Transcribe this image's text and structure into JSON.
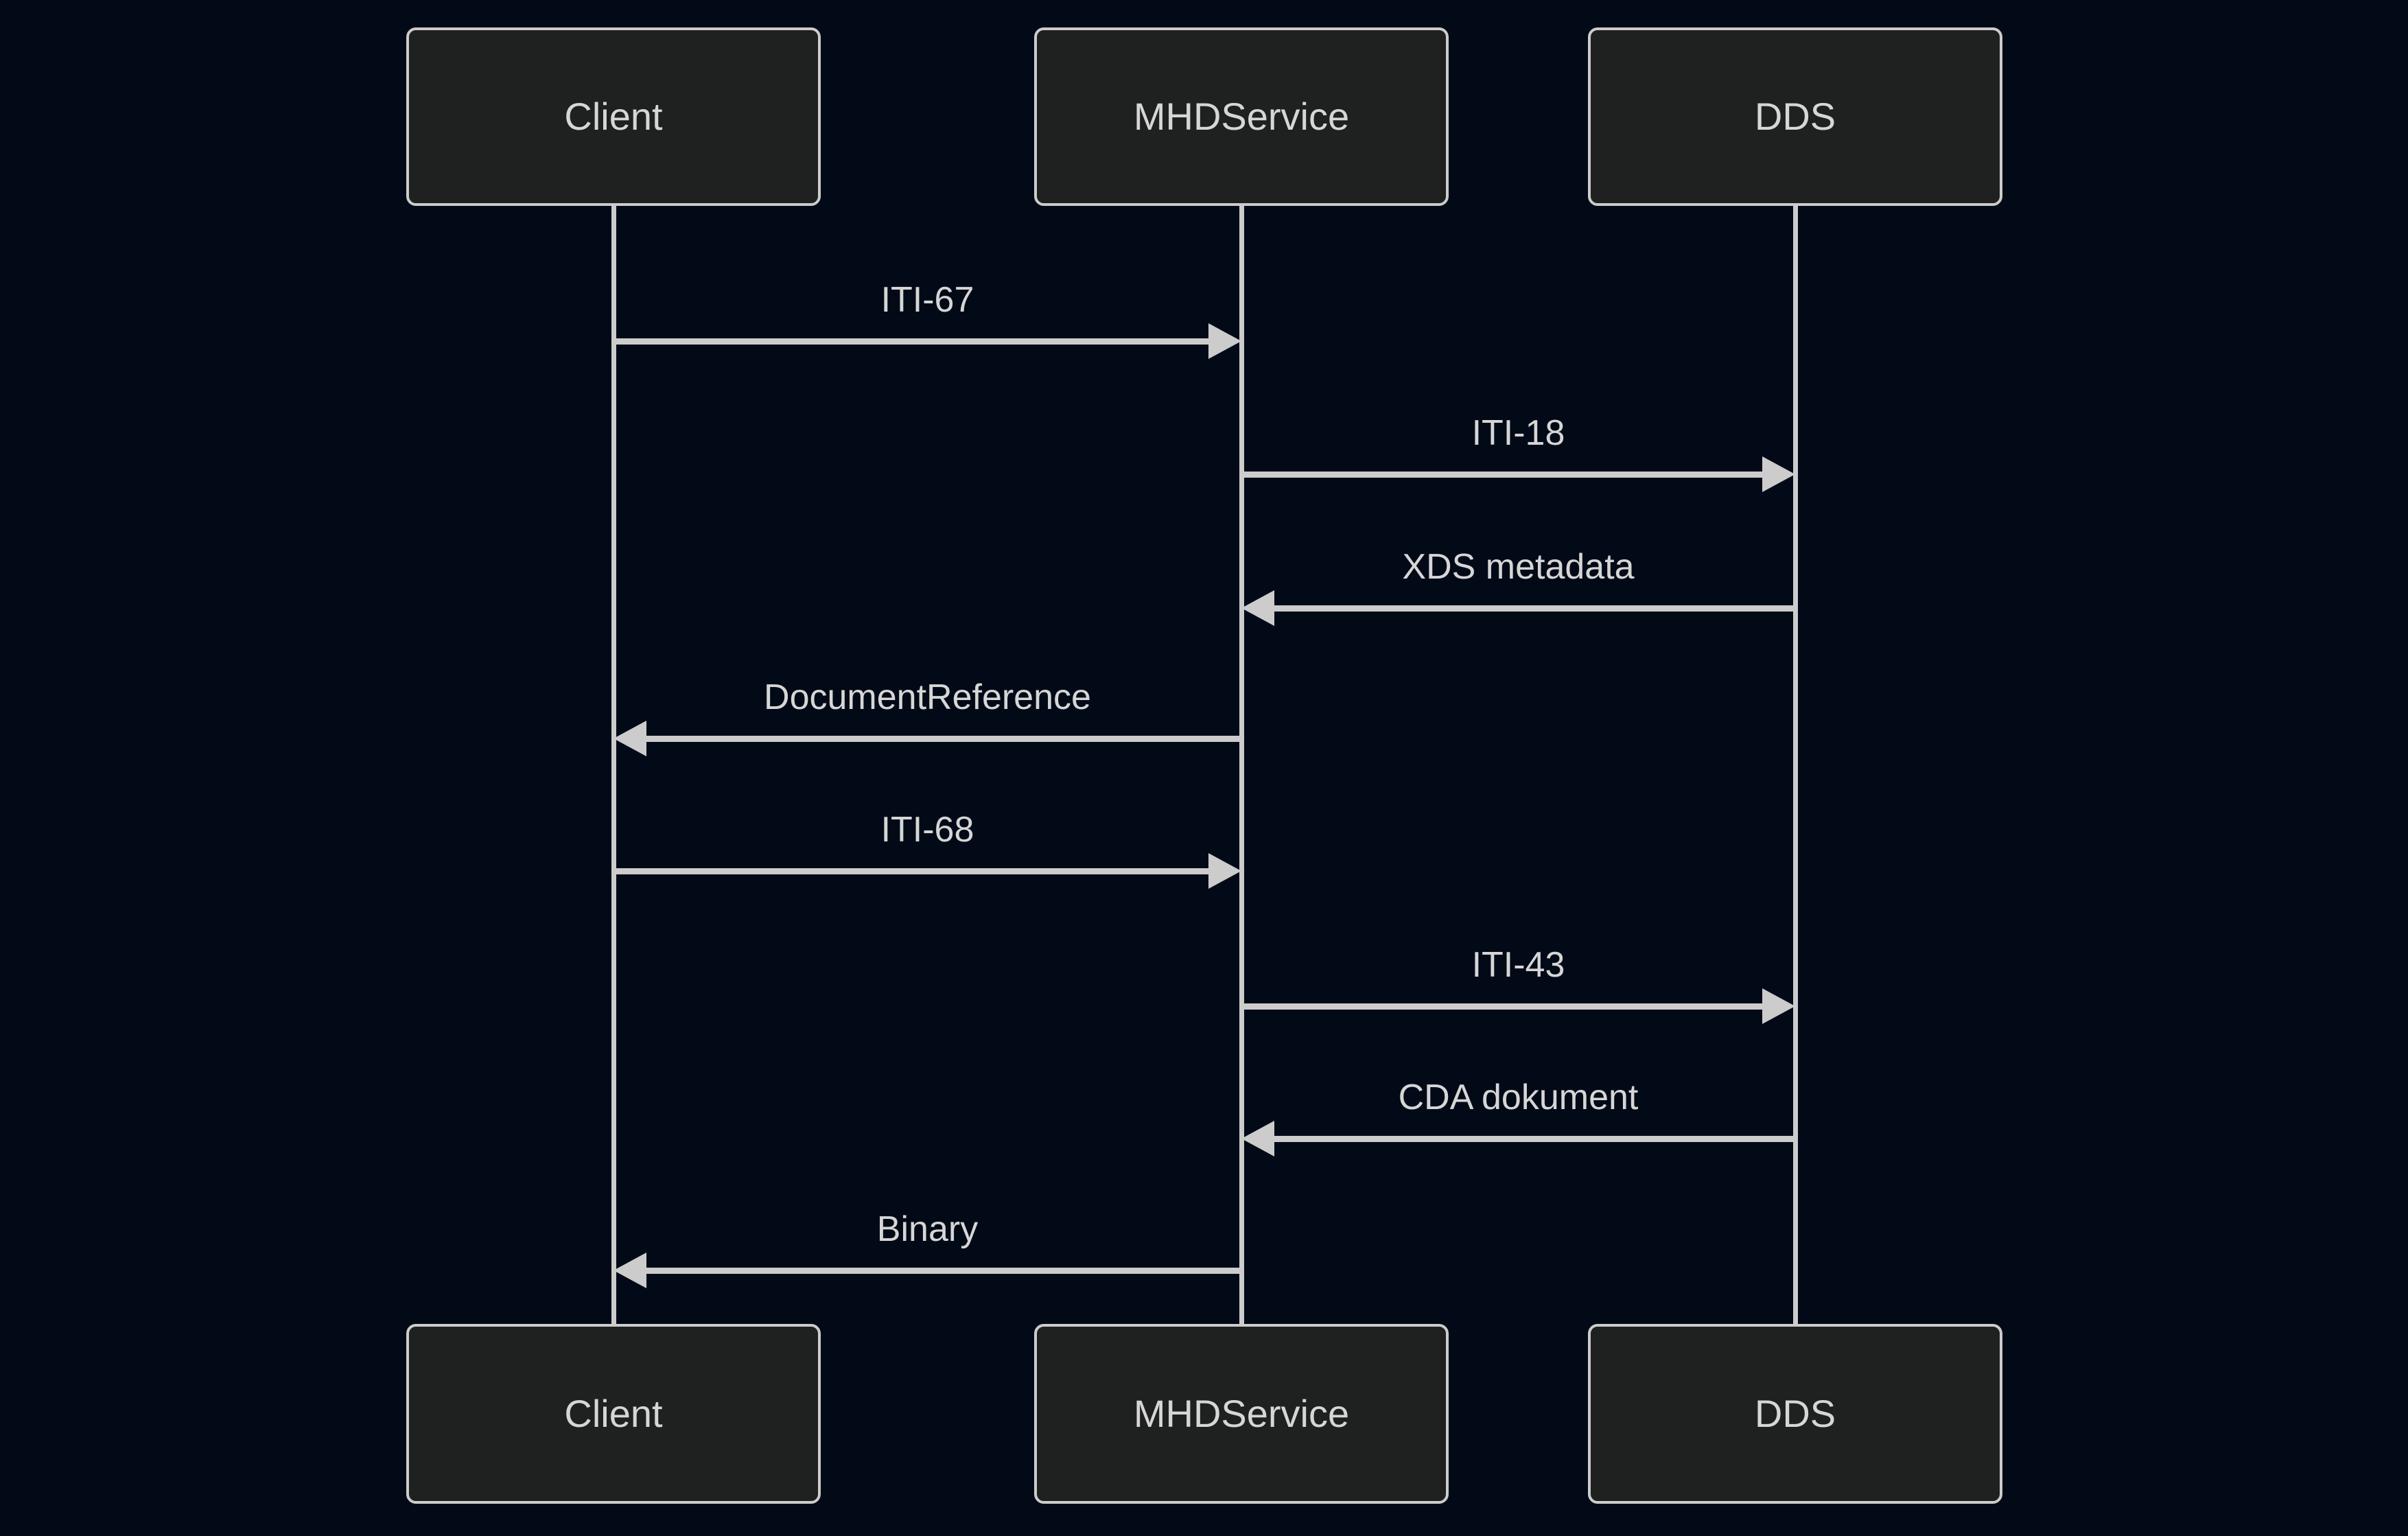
{
  "diagram": {
    "type": "sequence",
    "actors": [
      {
        "id": "client",
        "label": "Client"
      },
      {
        "id": "mhdservice",
        "label": "MHDService"
      },
      {
        "id": "dds",
        "label": "DDS"
      }
    ],
    "messages": [
      {
        "from": "Client",
        "to": "MHDService",
        "label": "ITI-67",
        "direction": "right"
      },
      {
        "from": "MHDService",
        "to": "DDS",
        "label": "ITI-18",
        "direction": "right"
      },
      {
        "from": "DDS",
        "to": "MHDService",
        "label": "XDS metadata",
        "direction": "left"
      },
      {
        "from": "MHDService",
        "to": "Client",
        "label": "DocumentReference",
        "direction": "left"
      },
      {
        "from": "Client",
        "to": "MHDService",
        "label": "ITI-68",
        "direction": "right"
      },
      {
        "from": "MHDService",
        "to": "DDS",
        "label": "ITI-43",
        "direction": "right"
      },
      {
        "from": "DDS",
        "to": "MHDService",
        "label": "CDA dokument",
        "direction": "left"
      },
      {
        "from": "MHDService",
        "to": "Client",
        "label": "Binary",
        "direction": "left"
      }
    ]
  },
  "theme": {
    "background": "#030a17",
    "actor_fill": "#1f2020",
    "actor_border": "#cccccc",
    "line_color": "#cccccc",
    "text_color": "#d6d6d6"
  }
}
